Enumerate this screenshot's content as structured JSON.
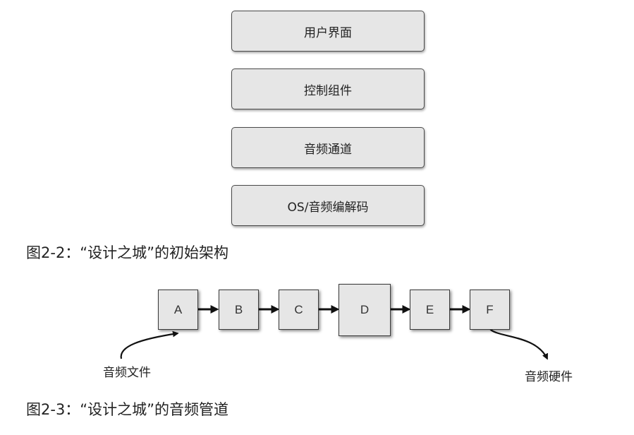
{
  "figure1": {
    "layers": [
      "用户界面",
      "控制组件",
      "音频通道",
      "OS/音频编解码"
    ],
    "caption": "图2-2：“设计之城”的初始架构"
  },
  "figure2": {
    "nodes": [
      "A",
      "B",
      "C",
      "D",
      "E",
      "F"
    ],
    "input_label": "音频文件",
    "output_label": "音频硬件",
    "caption": "图2-3：“设计之城”的音频管道"
  },
  "colors": {
    "box_fill": "#e6e6e6",
    "box_border": "#3a3a3a",
    "arrow": "#111111"
  }
}
